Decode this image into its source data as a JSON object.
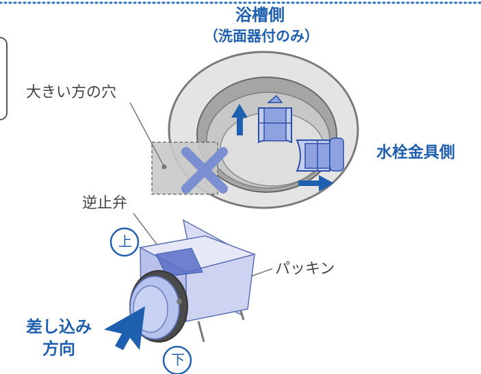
{
  "labels": {
    "bath_side": "浴槽側",
    "bath_side_note": "（洗面器付のみ）",
    "faucet_side": "水栓金具側",
    "larger_hole": "大きい方の穴",
    "check_valve": "逆止弁",
    "packing": "パッキン",
    "top_mark": "上",
    "bottom_mark": "下",
    "insert_direction": "差し込み\n方向"
  },
  "colors": {
    "accent_blue": "#1f5fb0",
    "light_blue": "#7d96d6",
    "ring_gray": "#8a8a8a",
    "cross": "#7b8fd1"
  }
}
